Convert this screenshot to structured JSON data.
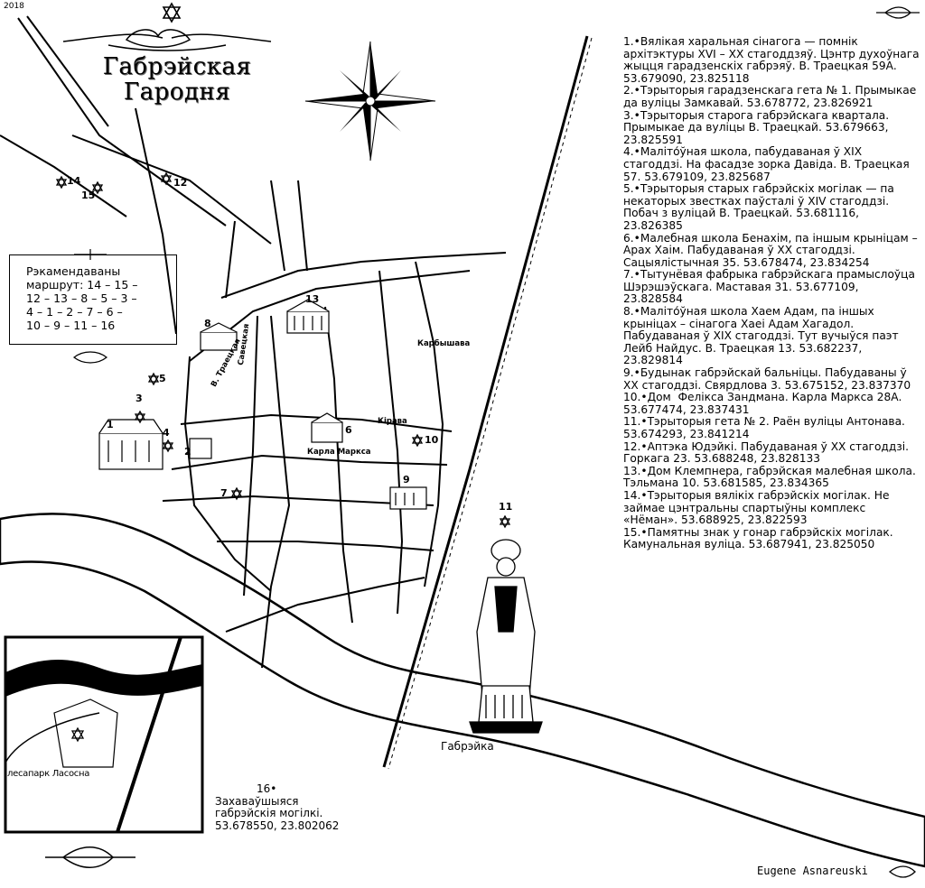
{
  "year": "2018",
  "title_lines": [
    "Габрэйская",
    "Гародня"
  ],
  "route": {
    "lines": [
      "Рэкамендаваны",
      "маршрут: 14 – 15 –",
      "12 – 13 – 8 – 5 – 3 –",
      "4 – 1 – 2 – 7 – 6 –",
      "10 – 9 – 11 – 16"
    ]
  },
  "legend": [
    "1.•Вялікая харальная сінагога — помнік архітэктуры XVI – XX стагоддзяў. Цэнтр духоўнага жыцця гарадзенскіх габрэяў. В. Траецкая 59А. 53.679090, 23.825118",
    "2.•Тэрыторыя гарадзенскага гета № 1. Прымыкае да вуліцы Замкавай. 53.678772, 23.826921",
    "3.•Тэрыторыя старога габрэйскага квартала. Прымыкае да вуліцы В. Траецкай. 53.679663, 23.825591",
    "4.•Маліто́ўная школа, пабудаваная ў XIX стагоддзі. На фасадзе зорка Давіда. В. Траецкая 57. 53.679109, 23.825687",
    "5.•Тэрыторыя старых габрэйскіх могілак — па некаторых звестках паўсталі ў XIV стагоддзі. Побач з вуліцай В. Траецкай. 53.681116, 23.826385",
    "6.•Малебная школа Бенахім, па іншым крыніцам – Арах Хаім. Пабудаваная ў XX стагоддзі. Сацыялістычная 35. 53.678474, 23.834254",
    "7.•Тытунёвая фабрыка габрэйскага прамыслоўца Шэрэшэўскага. Маставая 31. 53.677109, 23.828584",
    "8.•Маліто́ўная школа Хаем Адам, па іншых крыніцах – сінагога Хаеі Адам Хагадол. Пабудаваная ў XIX стагоддзі. Тут вучыўся паэт Лейб Найдус. В. Траецкая 13. 53.682237, 23.829814",
    "9.•Будынак габрэйскай бальніцы. Пабудаваны ў XX стагоддзі. Свярдлова 3. 53.675152, 23.837370",
    "10.•Дом  Фелікса Зандмана. Карла Маркса 28А. 53.677474, 23.837431",
    "11.•Тэрыторыя гета № 2. Раён вуліцы Антонава. 53.674293, 23.841214",
    "12.•Аптэка Юдэйкі. Пабудаваная ў XX стагоддзі. Горкага 23. 53.688248, 23.828133",
    "13.•Дом Клемпнера, габрэйская малебная школа. Тэльмана 10. 53.681585, 23.834365",
    "14.•Тэрыторыя вялікіх габрэйскіх могілак. Не займае цэнтральны спартыўны комплекс «Нёман». 53.688925, 23.822593",
    "15.•Памятны знак у гонар габрэйскіх могілак. Камунальная вуліца. 53.687941, 23.825050"
  ],
  "map_labels": {
    "n1": "1",
    "n2": "2",
    "n3": "3",
    "n4": "4",
    "n5": "5",
    "n6": "6",
    "n7": "7",
    "n8": "8",
    "n9": "9",
    "n10": "10",
    "n11": "11",
    "n12": "12",
    "n13": "13",
    "n14": "14",
    "n15": "15"
  },
  "streets": {
    "karla_marksa": "Карла Маркса",
    "savetskaya": "Савецкая",
    "kirava": "Кірава",
    "karbysheva": "Карбышава",
    "troitskaya": "В. Траецкая"
  },
  "item16": {
    "number": "16•",
    "lines": [
      "Захаваўшыяся",
      "габрэйскія могілкі.",
      "53.678550, 23.802062"
    ]
  },
  "inset_park": "лесапарк Ласосна",
  "figure_caption": "Габрэйка",
  "author": "Eugene Asnareuski",
  "colors": {
    "ink": "#000000",
    "paper": "#ffffff"
  }
}
